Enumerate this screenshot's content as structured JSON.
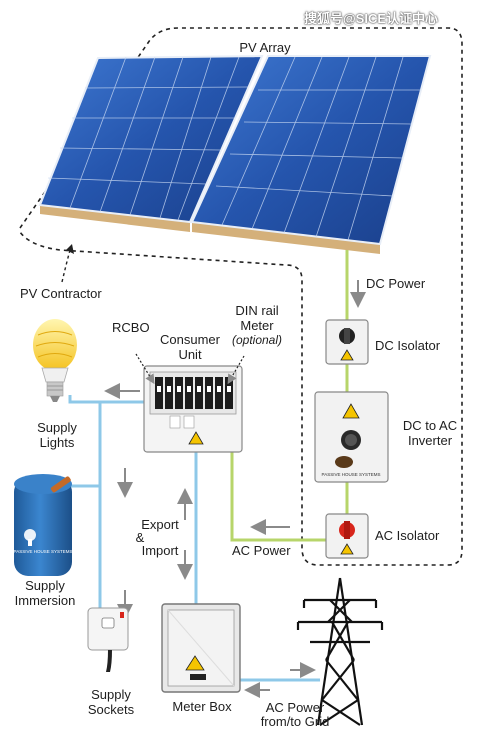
{
  "watermark": "搜狐号@SICE认证中心",
  "labels": {
    "pv_array": "PV Array",
    "pv_contractor": "PV Contractor",
    "dc_power": "DC Power",
    "dc_isolator": "DC Isolator",
    "dc_ac_inverter_1": "DC to AC",
    "dc_ac_inverter_2": "Inverter",
    "ac_isolator": "AC Isolator",
    "ac_power": "AC Power",
    "rcbo": "RCBO",
    "consumer_unit_1": "Consumer",
    "consumer_unit_2": "Unit",
    "din_meter_1": "DIN rail",
    "din_meter_2": "Meter",
    "din_meter_3": "(optional)",
    "export_1": "Export",
    "export_2": "&",
    "export_3": "Import",
    "meter_box": "Meter Box",
    "grid_1": "AC Power",
    "grid_2": "from/to Grid",
    "lights_1": "Supply",
    "lights_2": "Lights",
    "immersion_1": "Supply",
    "immersion_2": "Immersion",
    "sockets_1": "Supply",
    "sockets_2": "Sockets"
  },
  "logos": {
    "inverter": "PASSIVE HOUSE SYSTEMS",
    "immersion": "PASSIVE HOUSE SYSTEMS"
  },
  "colors": {
    "panel_blue": "#2a5db8",
    "dc_wire": "#b7d56a",
    "ac_wire": "#8ec8e8",
    "arrow": "#8a8a8a",
    "tank": "#2f72b8",
    "isolator_red": "#d8261c"
  }
}
